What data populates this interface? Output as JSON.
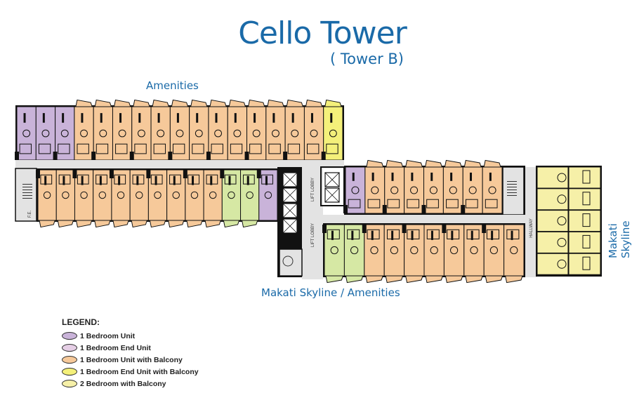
{
  "title": "Cello Tower",
  "subtitle": "( Tower B)",
  "labels": {
    "top": "Amenities",
    "bottom": "Makati Skyline / Amenities",
    "right": "Makati Skyline",
    "lift_lobby": "LIFT LOBBY",
    "fire_exit": "F.E.",
    "hallway": "HALLWAY"
  },
  "colors": {
    "brand": "#1a6aa8",
    "u1": "#c9b3d9",
    "u1e": "#e6cfe6",
    "u1b": "#f6c99a",
    "u1eb": "#f4f07a",
    "u2b": "#f6f0a8",
    "green": "#d6e8a4",
    "corridor": "#e3e3e3",
    "wall": "#111111"
  },
  "legend": {
    "heading": "LEGEND:",
    "items": [
      {
        "label": "1 Bedroom Unit",
        "color": "#c9b3d9"
      },
      {
        "label": "1 Bedroom End Unit",
        "color": "#e6cfe6"
      },
      {
        "label": "1 Bedroom Unit with Balcony",
        "color": "#f6c99a"
      },
      {
        "label": "1 Bedroom End Unit with Balcony",
        "color": "#f4f07a"
      },
      {
        "label": "2 Bedroom with Balcony",
        "color": "#f6f0a8"
      }
    ]
  },
  "units": {
    "wingA_top": [
      "u1",
      "u1",
      "u1",
      "u1b",
      "u1b",
      "u1b",
      "u1b",
      "u1b",
      "u1b",
      "u1b",
      "u1b",
      "u1b",
      "u1b",
      "u1b",
      "u1b",
      "u1b",
      "u1eb"
    ],
    "wingA_bottom": [
      "u1b",
      "u1b",
      "u1b",
      "u1b",
      "u1b",
      "u1b",
      "u1b",
      "u1b",
      "u1b",
      "u1b",
      "green",
      "green",
      "u1"
    ],
    "wingB_top": [
      "u1",
      "u1b",
      "u1b",
      "u1b",
      "u1b",
      "u1b",
      "u1b",
      "u1b"
    ],
    "wingB_bottom": [
      "green",
      "green",
      "u1b",
      "u1b",
      "u1b",
      "u1b",
      "u1b",
      "u1b",
      "u1b",
      "u1b"
    ],
    "right_block": [
      "u2b",
      "u2b",
      "u2b",
      "u2b",
      "u2b"
    ]
  }
}
